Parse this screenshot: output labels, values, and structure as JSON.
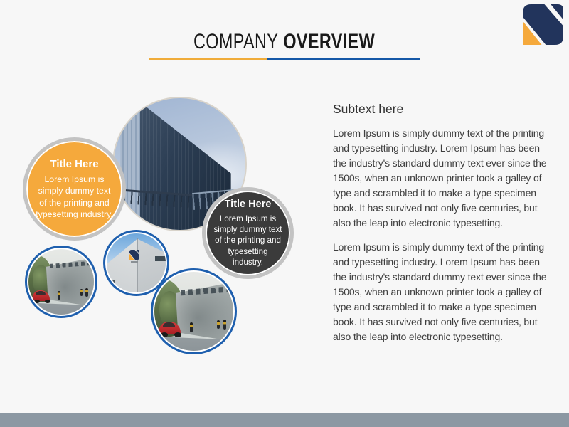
{
  "slide": {
    "background_color": "#F7F7F7",
    "title": {
      "regular": "COMPANY",
      "bold": "OVERVIEW"
    },
    "title_underline": {
      "yellow_color": "#F0AC3A",
      "blue_color": "#1558A7"
    }
  },
  "logo": {
    "navy_color": "#22345C",
    "yellow_color": "#F5A93C"
  },
  "bubbles": {
    "orange": {
      "title": "Title Here",
      "body": "Lorem Ipsum is simply dummy text of the printing and typesetting industry.",
      "fill_color": "#F5A93C",
      "ring_color": "#C3C3C3"
    },
    "dark": {
      "title": "Title Here",
      "body": "Lorem Ipsum is simply dummy text of the printing and typesetting industry.",
      "fill_color": "#3B3B3B",
      "ring_color": "#C3C3C3"
    }
  },
  "photo_ring_color": "#1E5FAE",
  "content": {
    "heading": "Subtext here",
    "paragraphs": [
      "Lorem Ipsum is simply dummy text of the printing and typesetting industry. Lorem Ipsum has been the industry's standard dummy text ever since the 1500s, when an unknown printer took a galley of type and scrambled it to make a type specimen book. It has survived not only five centuries, but also the leap into electronic typesetting.",
      "Lorem Ipsum is simply dummy text of the printing and typesetting industry. Lorem Ipsum has been the industry's standard dummy text ever since the 1500s, when an unknown printer took a galley of type and scrambled it to make a type specimen book. It has survived not only five centuries, but also the leap into electronic typesetting."
    ]
  },
  "footer": {
    "bar_color": "#8C98A3"
  }
}
